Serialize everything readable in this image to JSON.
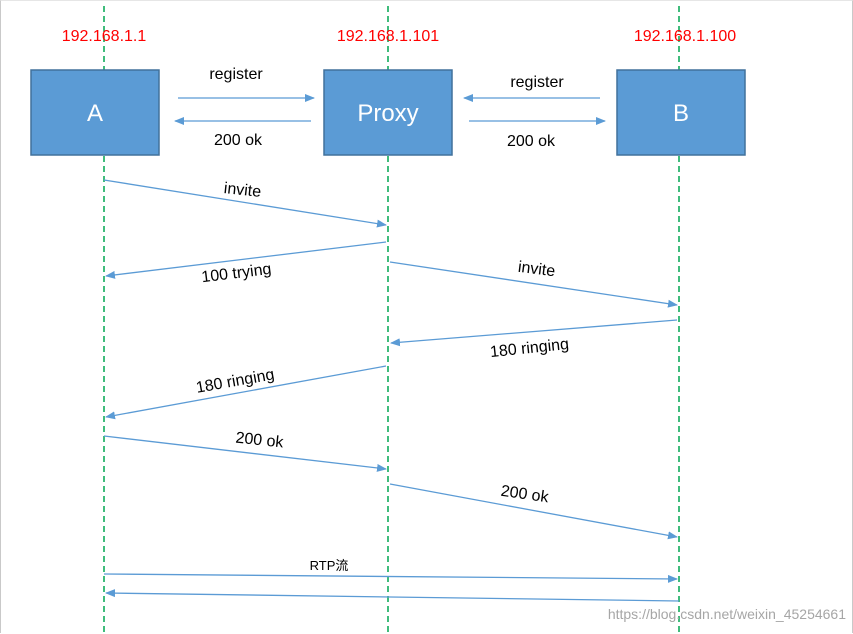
{
  "nodes": {
    "a": {
      "ip": "192.168.1.1",
      "label": "A"
    },
    "proxy": {
      "ip": "192.168.1.101",
      "label": "Proxy"
    },
    "b": {
      "ip": "192.168.1.100",
      "label": "B"
    }
  },
  "messages": {
    "reg_a": "register",
    "ok_a": "200 ok",
    "reg_b": "register",
    "ok_b": "200 ok",
    "invite_1": "invite",
    "trying": "100 trying",
    "invite_2": "invite",
    "ringing_1": "180 ringing",
    "ringing_2": "180 ringing",
    "ok_1": "200 ok",
    "ok_2": "200 ok",
    "rtp": "RTP流"
  },
  "watermark": "https://blog.csdn.net/weixin_45254661",
  "colors": {
    "box_fill": "#5b9bd5",
    "box_stroke": "#41719c",
    "ip_text": "#ff0000",
    "lifeline": "#00a651",
    "arrow": "#5b9bd5"
  }
}
